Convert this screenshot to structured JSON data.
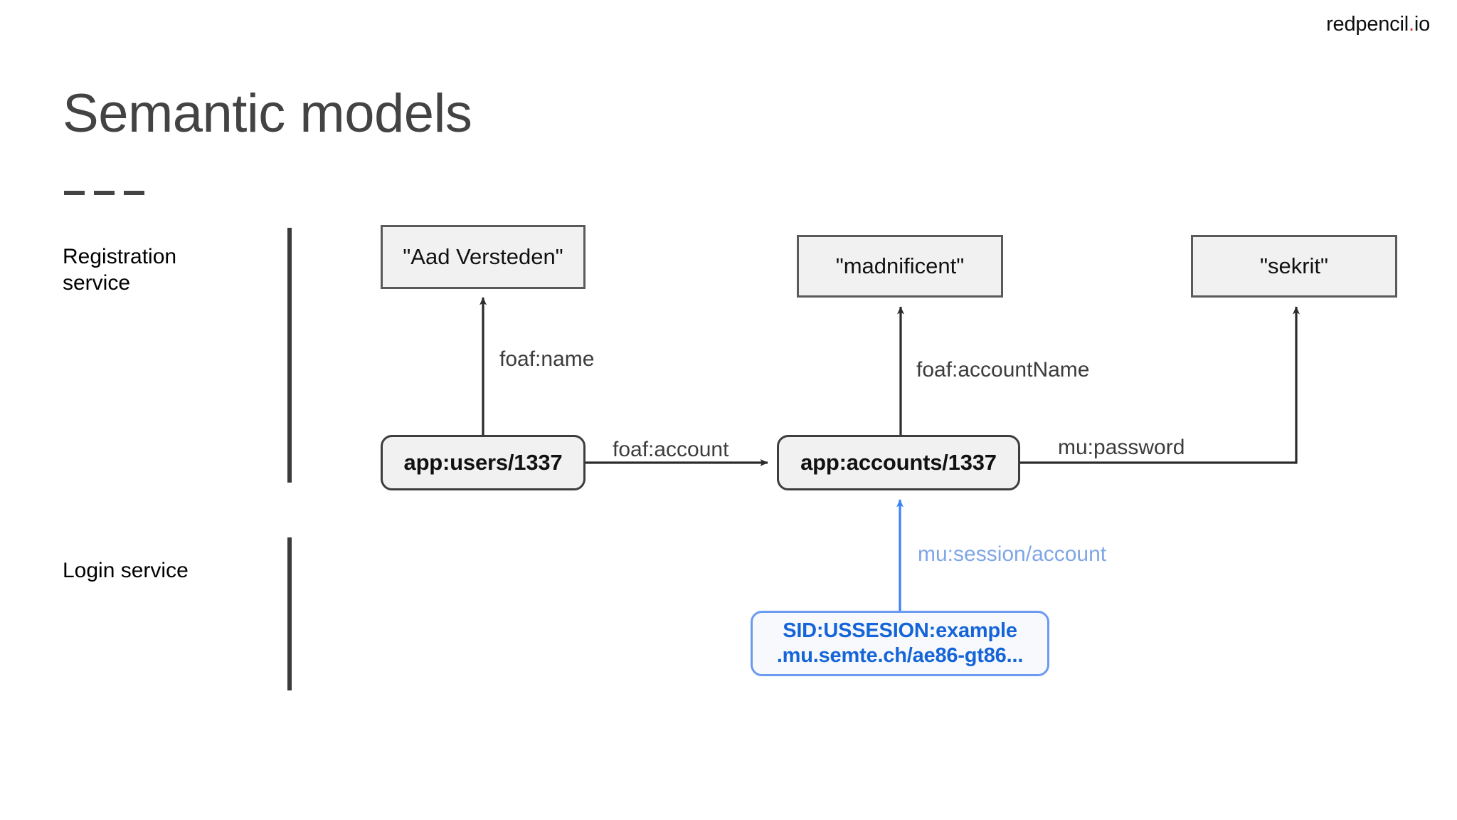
{
  "brand": {
    "prefix": "redpencil",
    "dot": ".",
    "suffix": "io"
  },
  "title": "Semantic models",
  "lanes": [
    {
      "id": "registration",
      "label": "Registration\nservice"
    },
    {
      "id": "login",
      "label": "Login service"
    }
  ],
  "diagram": {
    "type": "rdf-graph",
    "nodes": [
      {
        "id": "name-literal",
        "label": "\"Aad Versteden\"",
        "kind": "literal",
        "color": "#f1f1f1",
        "border": "#5a5a5a"
      },
      {
        "id": "accountname-lit",
        "label": "\"madnificent\"",
        "kind": "literal",
        "color": "#f1f1f1",
        "border": "#5a5a5a"
      },
      {
        "id": "password-lit",
        "label": "\"sekrit\"",
        "kind": "literal",
        "color": "#f1f1f1",
        "border": "#5a5a5a"
      },
      {
        "id": "user-resource",
        "label": "app:users/1337",
        "kind": "resource",
        "color": "#f1f1f1",
        "border": "#3d3d3d"
      },
      {
        "id": "account-resource",
        "label": "app:accounts/1337",
        "kind": "resource",
        "color": "#f1f1f1",
        "border": "#3d3d3d"
      },
      {
        "id": "session-resource",
        "kind": "session",
        "color": "#f7f9fd",
        "border": "#6b9bf0",
        "text_color": "#1565d8",
        "line1": "SID:USSESION:example",
        "line2": ".mu.semte.ch/ae86-gt86..."
      }
    ],
    "edges": [
      {
        "id": "foaf-name",
        "label": "foaf:name",
        "from": "user-resource",
        "to": "name-literal",
        "color": "#2b2b2b"
      },
      {
        "id": "foaf-account",
        "label": "foaf:account",
        "from": "user-resource",
        "to": "account-resource",
        "color": "#2b2b2b"
      },
      {
        "id": "foaf-accountname",
        "label": "foaf:accountName",
        "from": "account-resource",
        "to": "accountname-lit",
        "color": "#2b2b2b"
      },
      {
        "id": "mu-password",
        "label": "mu:password",
        "from": "account-resource",
        "to": "password-lit",
        "color": "#2b2b2b"
      },
      {
        "id": "mu-session",
        "label": "mu:session/account",
        "from": "session-resource",
        "to": "account-resource",
        "color": "#3b82f6"
      }
    ]
  }
}
